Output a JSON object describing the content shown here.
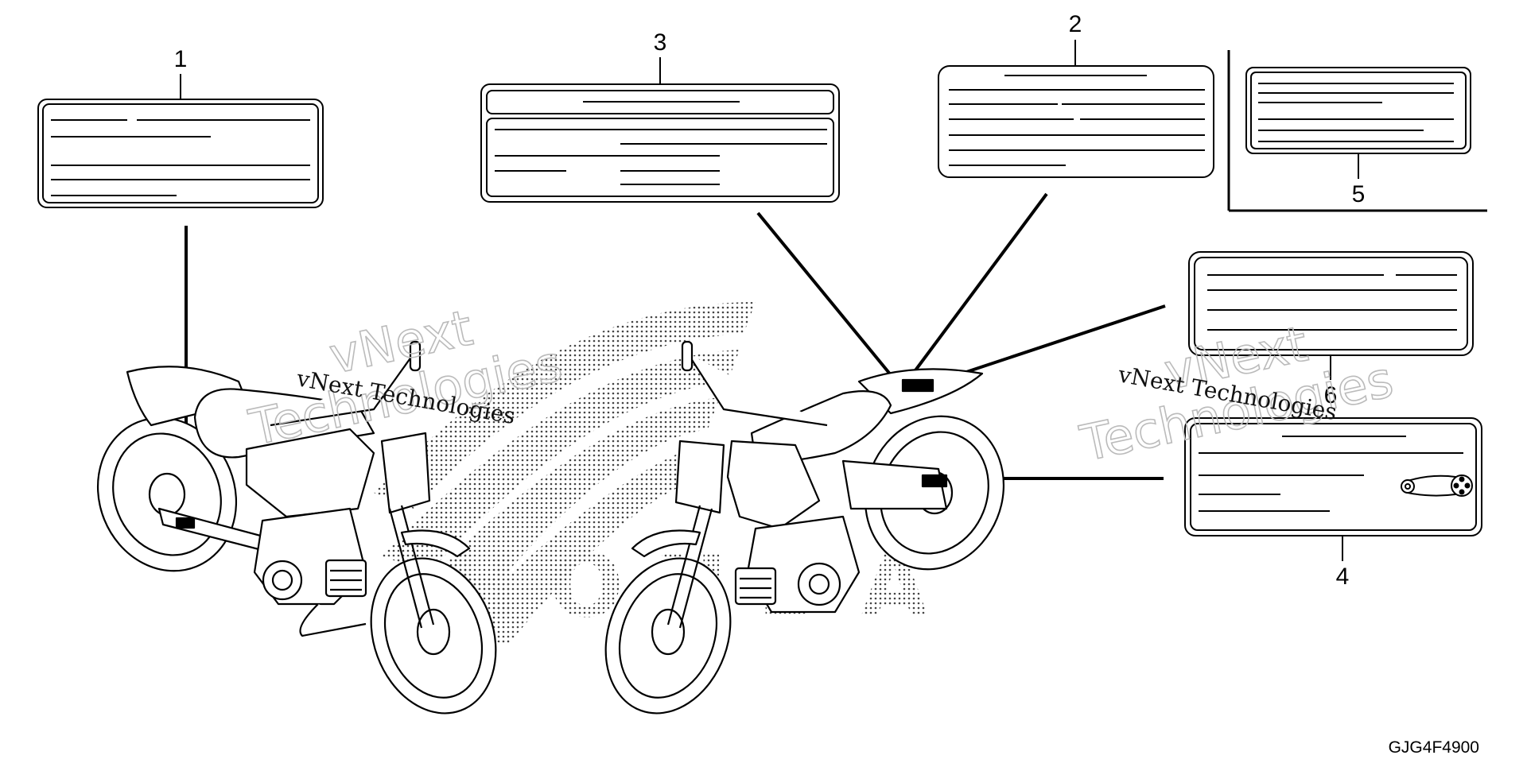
{
  "diagram": {
    "part_code": "GJG4F4900",
    "callouts": [
      "1",
      "2",
      "3",
      "4",
      "5",
      "6"
    ],
    "watermarks": {
      "line_text": "vNext Technologies",
      "outline_word_1": "vNext",
      "outline_word_2": "Technologies"
    },
    "honda_letters": "H O N D A",
    "colors": {
      "ink": "#000000",
      "paper": "#ffffff",
      "watermark": "#bbbbbb",
      "dots": "#444444"
    }
  }
}
